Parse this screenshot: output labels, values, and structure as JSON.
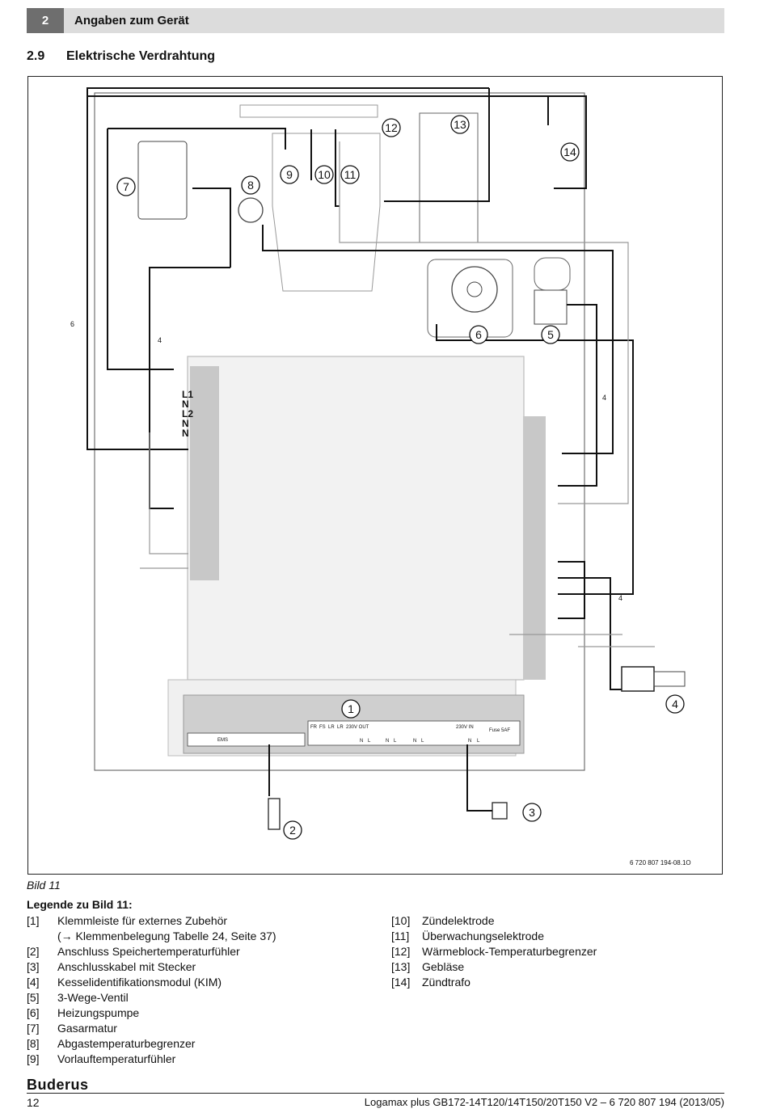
{
  "header": {
    "chapter_number": "2",
    "chapter_title": "Angaben zum Gerät"
  },
  "section": {
    "number": "2.9",
    "title": "Elektrische Verdrahtung"
  },
  "figure": {
    "id": "6 720 807 194-08.1O",
    "callouts": [
      "1",
      "2",
      "3",
      "4",
      "5",
      "6",
      "7",
      "8",
      "9",
      "10",
      "11",
      "12",
      "13",
      "14"
    ],
    "wire_counts": [
      "6",
      "4",
      "4",
      "4"
    ],
    "terminal_labels": [
      "L1",
      "N",
      "L2",
      "N",
      "N"
    ],
    "strip_labels": [
      "FR",
      "FS",
      "LR",
      "LR",
      "230V OUT",
      "230V IN",
      "Fuse 5AF",
      "EMS",
      "N",
      "L",
      "N",
      "L",
      "N",
      "L",
      "N",
      "L"
    ]
  },
  "caption": "Bild 11",
  "legend": {
    "title": "Legende zu Bild 11:",
    "left": [
      {
        "key": "[1]",
        "text": "Klemmleiste für externes Zubehör"
      },
      {
        "key": "",
        "text": "(→ Klemmenbelegung Tabelle 24, Seite 37)"
      },
      {
        "key": "[2]",
        "text": "Anschluss Speichertemperaturfühler"
      },
      {
        "key": "[3]",
        "text": "Anschlusskabel mit Stecker"
      },
      {
        "key": "[4]",
        "text": "Kesselidentifikationsmodul (KIM)"
      },
      {
        "key": "[5]",
        "text": "3-Wege-Ventil"
      },
      {
        "key": "[6]",
        "text": "Heizungspumpe"
      },
      {
        "key": "[7]",
        "text": "Gasarmatur"
      },
      {
        "key": "[8]",
        "text": "Abgastemperaturbegrenzer"
      },
      {
        "key": "[9]",
        "text": "Vorlauftemperaturfühler"
      }
    ],
    "right": [
      {
        "key": "[10]",
        "text": "Zündelektrode"
      },
      {
        "key": "[11]",
        "text": "Überwachungselektrode"
      },
      {
        "key": "[12]",
        "text": "Wärmeblock-Temperaturbegrenzer"
      },
      {
        "key": "[13]",
        "text": "Gebläse"
      },
      {
        "key": "[14]",
        "text": "Zündtrafo"
      }
    ]
  },
  "footer": {
    "brand": "Buderus",
    "page_number": "12",
    "document": "Logamax plus GB172-14T120/14T150/20T150 V2 – 6 720 807 194 (2013/05)"
  }
}
